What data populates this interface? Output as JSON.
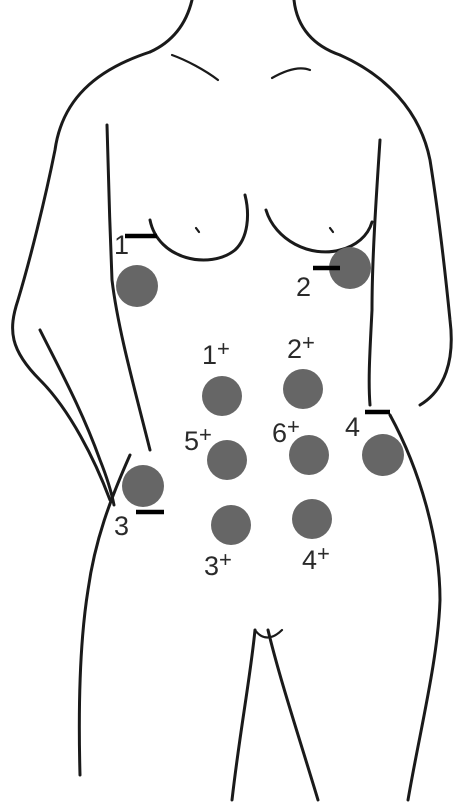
{
  "colors": {
    "outline": "#1a1a1a",
    "electrode": "#666666",
    "label": "#2a2a2a"
  },
  "negative_electrodes": [
    {
      "num": "1",
      "sign": "",
      "color": "#666666"
    },
    {
      "num": "2",
      "sign": "",
      "color": "#666666"
    },
    {
      "num": "3",
      "sign": "",
      "color": "#666666"
    },
    {
      "num": "4",
      "sign": "",
      "color": "#666666"
    }
  ],
  "positive_electrodes": [
    {
      "num": "1",
      "sign": "+"
    },
    {
      "num": "2",
      "sign": "+"
    },
    {
      "num": "5",
      "sign": "+"
    },
    {
      "num": "6",
      "sign": "+"
    },
    {
      "num": "3",
      "sign": "+"
    },
    {
      "num": "4",
      "sign": "+"
    }
  ]
}
